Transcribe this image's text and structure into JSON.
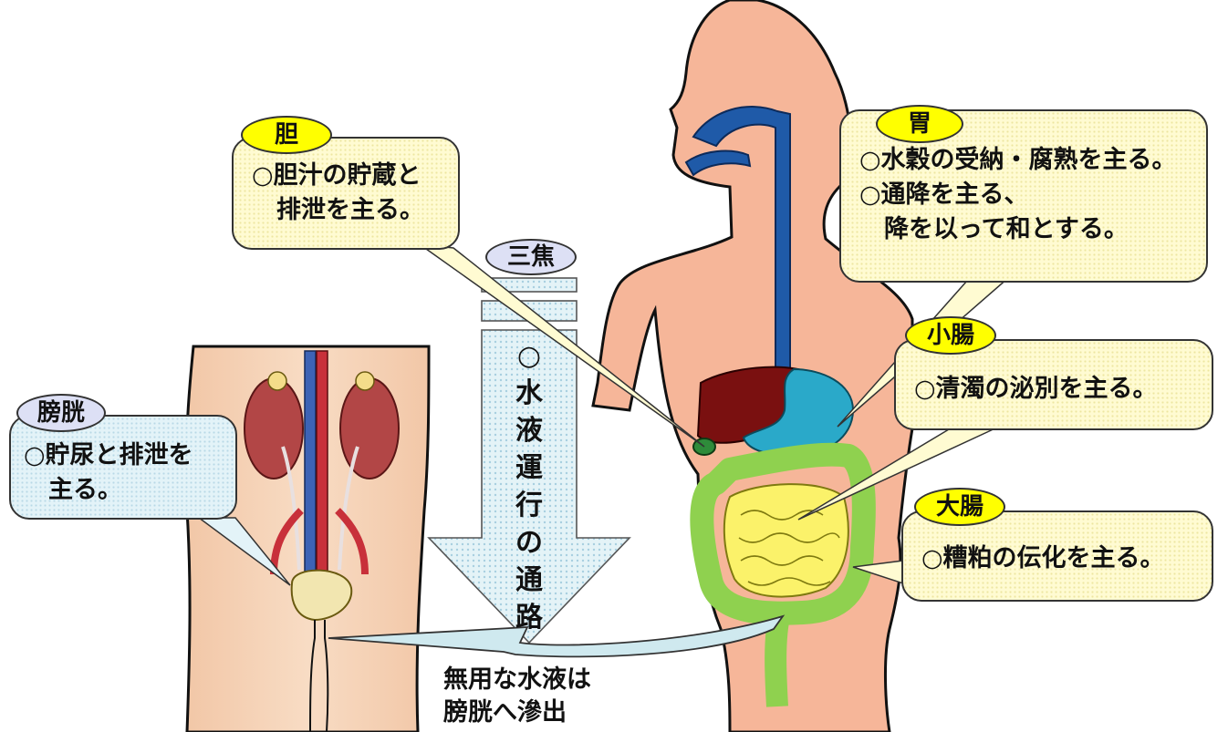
{
  "organs": {
    "gallbladder": {
      "name": "胆",
      "lines": [
        "○胆汁の貯蔵と",
        "　排泄を主る。"
      ]
    },
    "stomach": {
      "name": "胃",
      "lines": [
        "○水穀の受納・腐熟を主る。",
        "○通降を主る、",
        "　降を以って和とする。"
      ]
    },
    "small_intestine": {
      "name": "小腸",
      "lines": [
        "○清濁の泌別を主る。"
      ]
    },
    "large_intestine": {
      "name": "大腸",
      "lines": [
        "○糟粕の伝化を主る。"
      ]
    },
    "bladder": {
      "name": "膀胱",
      "lines": [
        "○貯尿と排泄を",
        "　主る。"
      ]
    }
  },
  "sanjiao": {
    "name": "三焦",
    "chars": [
      "○",
      "水",
      "液",
      "運",
      "行",
      "の",
      "通",
      "路"
    ]
  },
  "seepage_caption": [
    "無用な水液は",
    "膀胱へ滲出"
  ]
}
